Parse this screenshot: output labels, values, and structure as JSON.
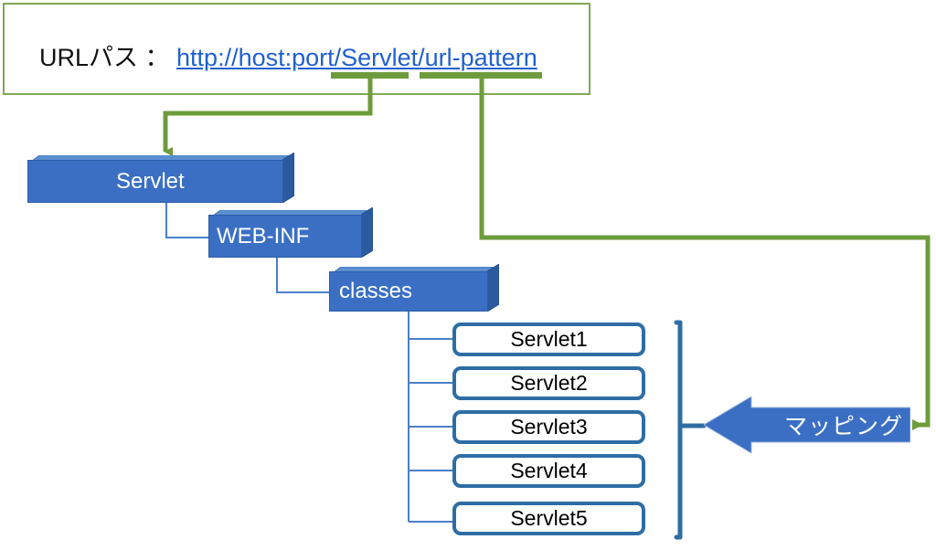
{
  "diagram": {
    "title_panel": {
      "label": "URLパス ： ",
      "url": "http://host:port/Servlet/url-pattern",
      "url_parts": {
        "prefix": "http://host:port/",
        "servlet_segment": "Servlet",
        "separator": "/",
        "pattern_segment": "url-pattern"
      },
      "border_color": "#7FA953",
      "link_color": "#2060D0",
      "highlight_color": "#6E9B3C"
    },
    "folders": [
      {
        "label": "Servlet",
        "id": "folder-servlet"
      },
      {
        "label": "WEB-INF",
        "id": "folder-web-inf"
      },
      {
        "label": "classes",
        "id": "folder-classes"
      }
    ],
    "servlets": [
      {
        "label": "Servlet1"
      },
      {
        "label": "Servlet2"
      },
      {
        "label": "Servlet3"
      },
      {
        "label": "Servlet4"
      },
      {
        "label": "Servlet5"
      }
    ],
    "mapping_arrow": {
      "label": "マッピング",
      "fill_color": "#3A6FC4",
      "direction": "left"
    },
    "colors": {
      "folder_front": "#3A6FC4",
      "folder_top": "#5B8FD0",
      "folder_side": "#2C5A9E",
      "tree_line": "#4A7FC8",
      "bracket": "#2E6DA4",
      "green": "#6E9B3C"
    }
  }
}
